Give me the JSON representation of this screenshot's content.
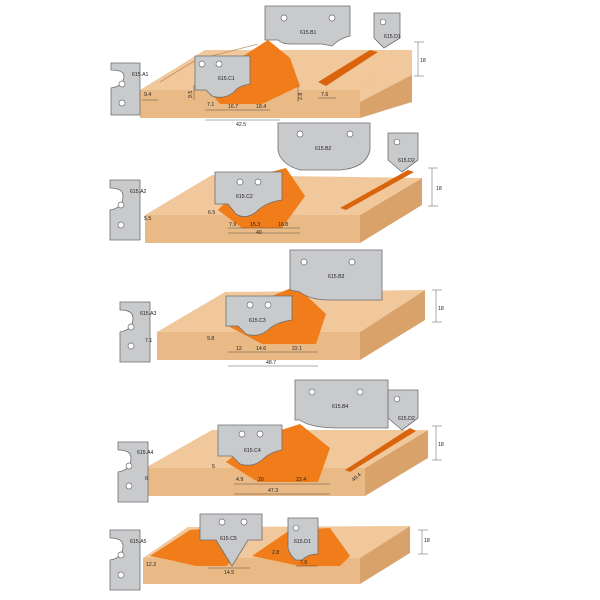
{
  "panels": [
    {
      "id": "1",
      "knives": {
        "side": "615.A1",
        "center": "615.C1",
        "top": "615.B1",
        "right": "615.D1"
      },
      "dims": [
        "9.4",
        "9.5",
        "7.1",
        "16.7",
        "18.4",
        "2.8",
        "7.6",
        "42.5",
        "18"
      ]
    },
    {
      "id": "2",
      "knives": {
        "side": "615.A2",
        "center": "615.C2",
        "top": "615.B2",
        "right": "615.D2"
      },
      "dims": [
        "5.5",
        "6.5",
        "7.9",
        "15.3",
        "16.8",
        "40",
        "18"
      ]
    },
    {
      "id": "3",
      "knives": {
        "side": "615.A3",
        "center": "615.C3",
        "top": "615.B3"
      },
      "dims": [
        "7.1",
        "9.8",
        "12",
        "14.6",
        "22.1",
        "48.7",
        "18"
      ]
    },
    {
      "id": "4",
      "knives": {
        "side": "615.A4",
        "center": "615.C4",
        "top": "615.B4",
        "right": "615.D2"
      },
      "dims": [
        "5",
        "6",
        "4.9",
        "20",
        "22.4",
        "47.3",
        "40.4",
        "18"
      ]
    },
    {
      "id": "5",
      "knives": {
        "side": "615.A5",
        "center": "615.C5",
        "right": "615.D1"
      },
      "dims": [
        "12.2",
        "14.5",
        "2.8",
        "7.6",
        "18"
      ]
    }
  ]
}
